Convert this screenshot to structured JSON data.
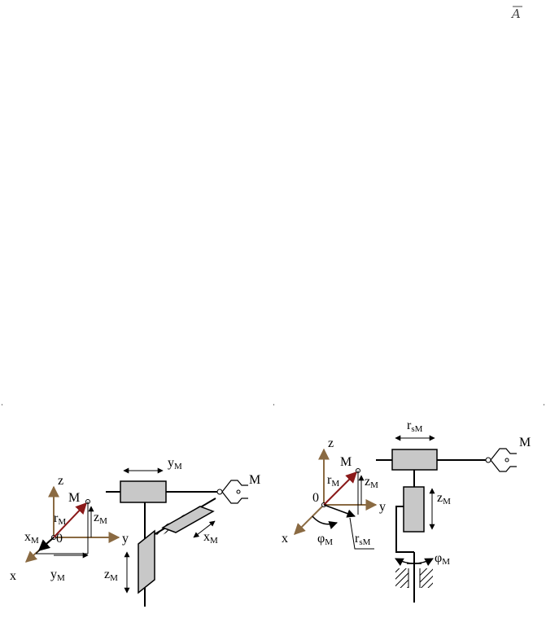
{
  "corner_symbol": "A",
  "colors": {
    "axis_brown": "#8a6a42",
    "vector_red": "#8b1a1a",
    "block_fill": "#c8c8c8",
    "line": "#000000"
  },
  "left": {
    "z": "z",
    "y": "y",
    "x": "x",
    "origin": "0",
    "M_point": "M",
    "r": "r",
    "r_sub": "M",
    "zM": "z",
    "zM_sub": "M",
    "xM": "x",
    "xM_sub": "M",
    "yM": "y",
    "yM_sub": "M",
    "top_yM": "y",
    "top_yM_sub": "M",
    "gripper_M": "M",
    "right_xM": "x",
    "right_xM_sub": "M",
    "left_zM": "z",
    "left_zM_sub": "M"
  },
  "right": {
    "z": "z",
    "y": "y",
    "x": "x",
    "origin": "0",
    "M_point": "M",
    "r": "r",
    "r_sub": "M",
    "zM": "z",
    "zM_sub": "M",
    "phi": "φ",
    "phi_sub": "M",
    "rs": "r",
    "rs_sub": "sM",
    "top_rs": "r",
    "top_rs_sub": "sM",
    "gripper_M": "M",
    "col_zM": "z",
    "col_zM_sub": "M",
    "base_phi": "φ",
    "base_phi_sub": "M"
  }
}
